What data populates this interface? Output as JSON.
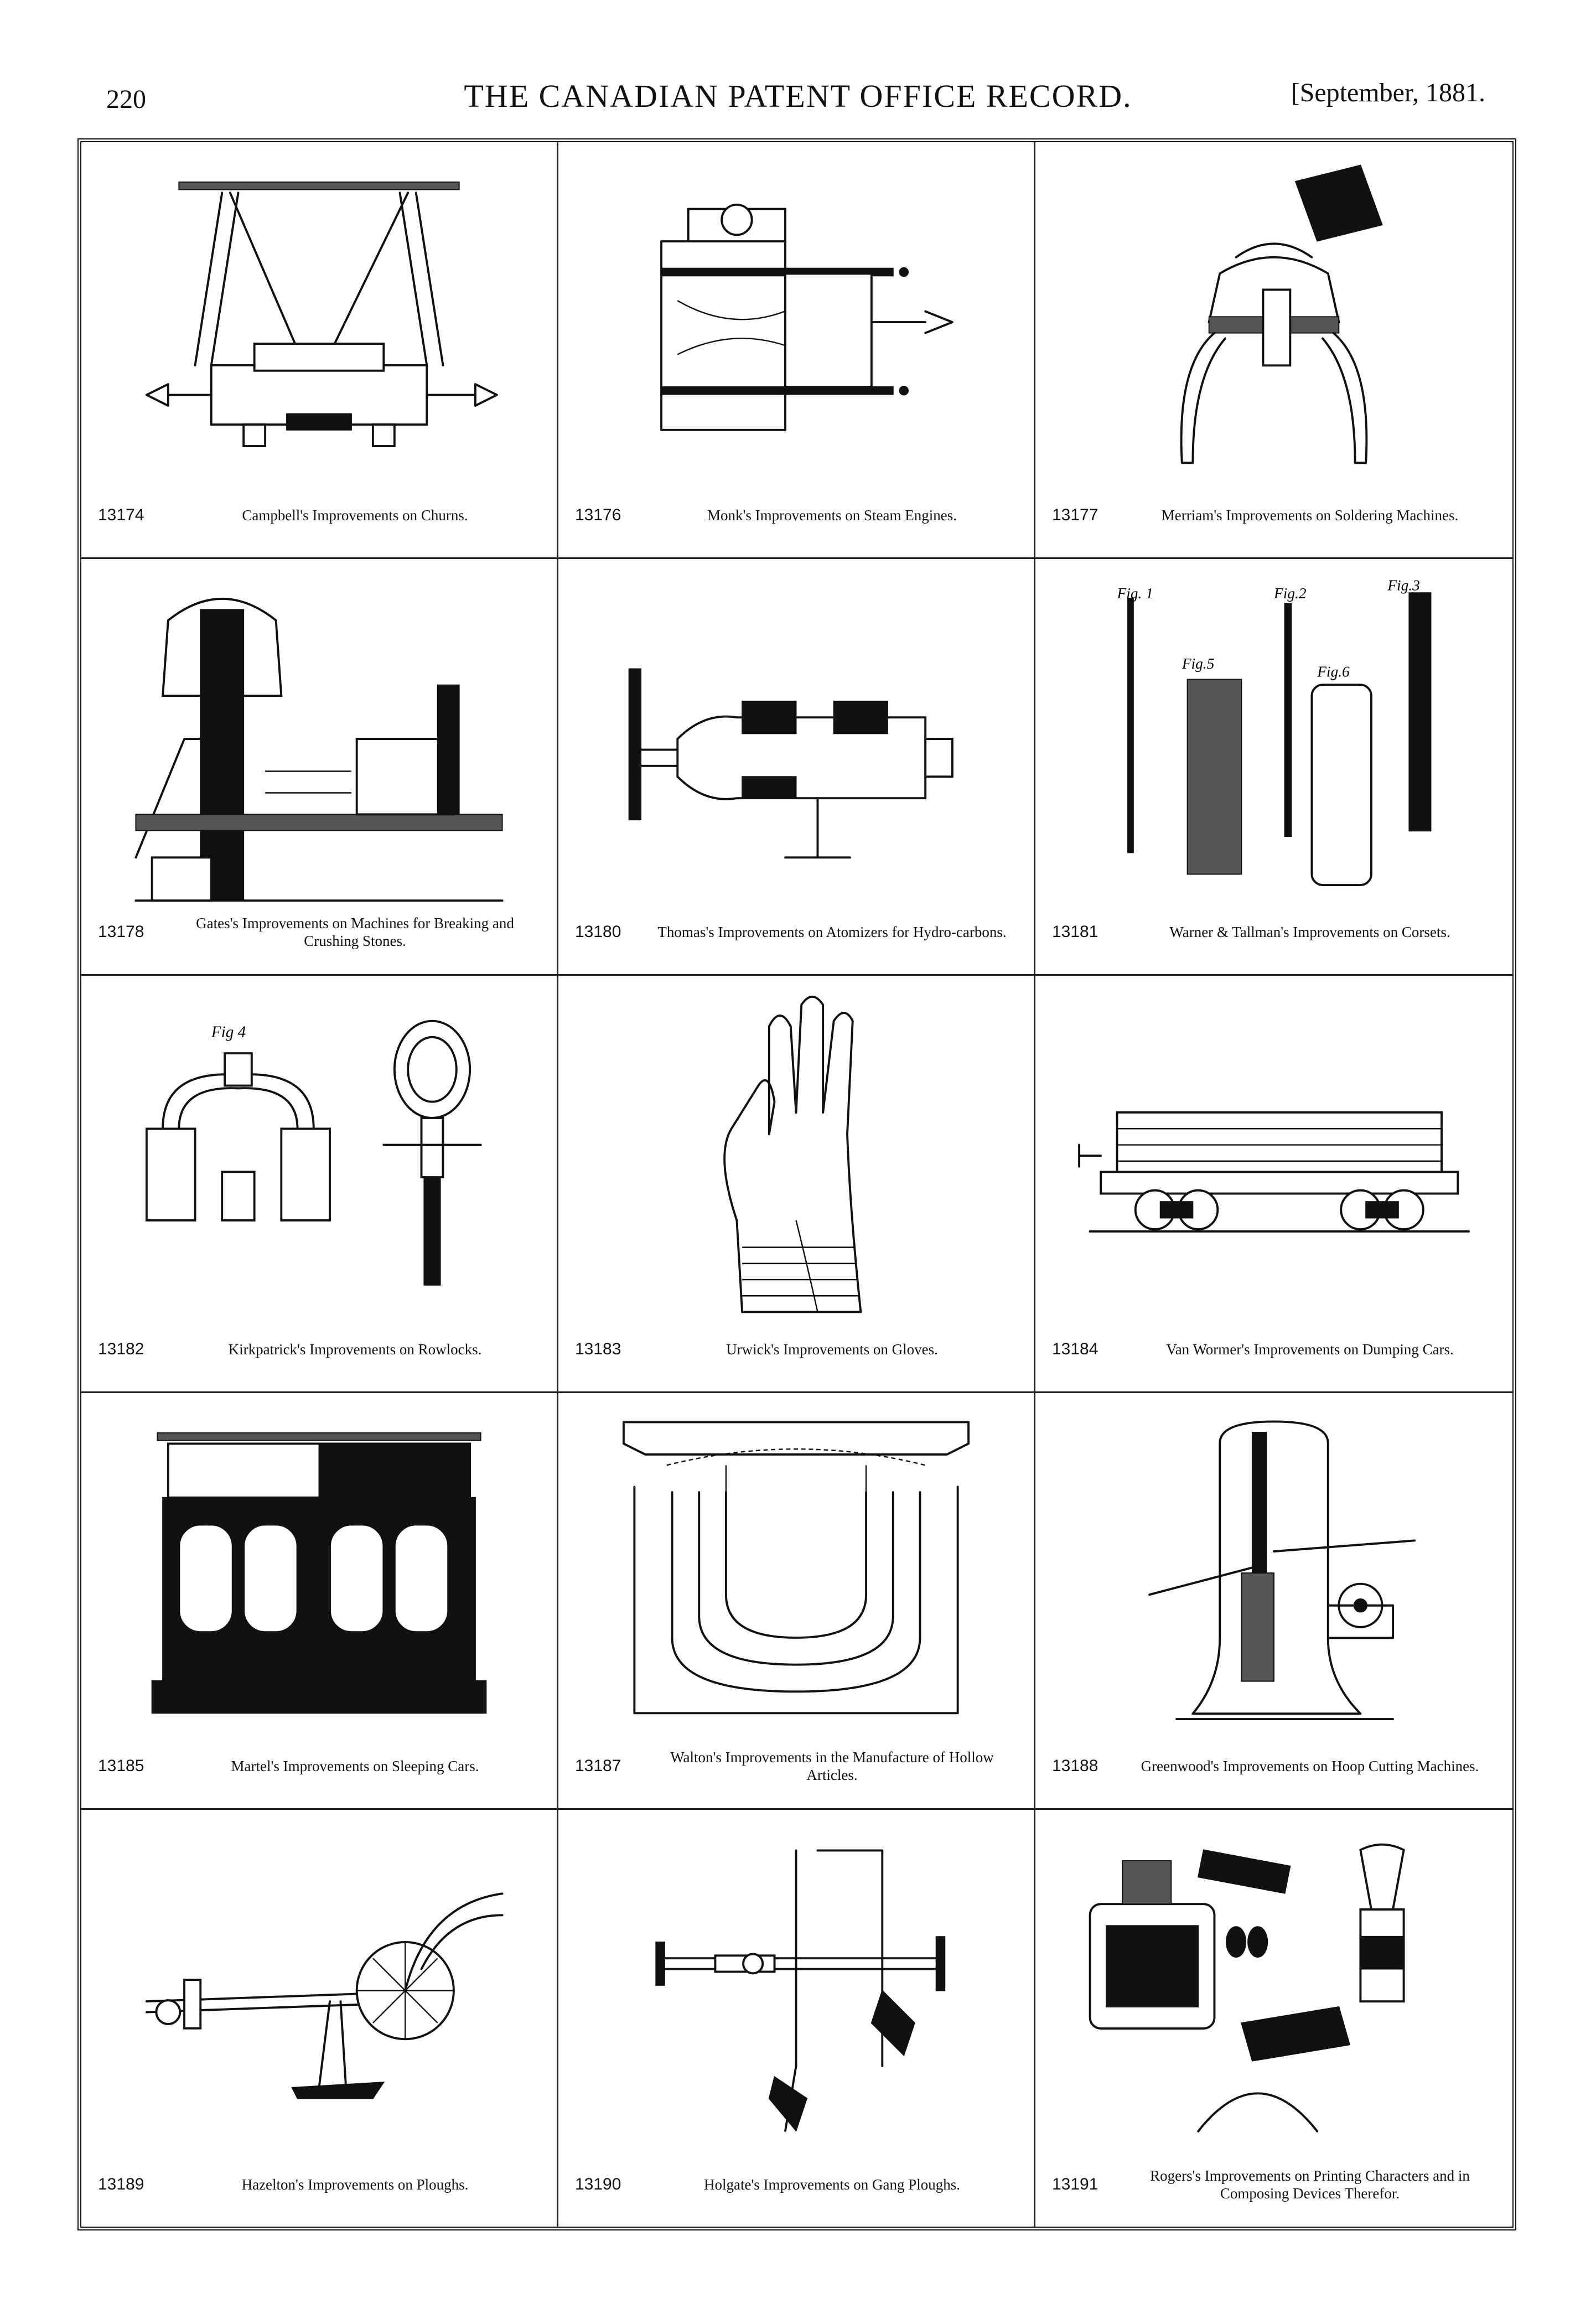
{
  "header": {
    "page_number": "220",
    "title": "THE CANADIAN PATENT OFFICE RECORD.",
    "date": "[September, 1881."
  },
  "entries": [
    {
      "number": "13174",
      "title": "Campbell's Improvements on Churns."
    },
    {
      "number": "13176",
      "title": "Monk's Improvements on Steam Engines."
    },
    {
      "number": "13177",
      "title": "Merriam's Improvements on Soldering Machines."
    },
    {
      "number": "13178",
      "title": "Gates's Improvements on Machines for Breaking and Crushing Stones."
    },
    {
      "number": "13180",
      "title": "Thomas's Improvements on Atomizers for Hydro-carbons."
    },
    {
      "number": "13181",
      "title": "Warner & Tallman's Improvements on Corsets."
    },
    {
      "number": "13182",
      "title": "Kirkpatrick's Improvements on Rowlocks."
    },
    {
      "number": "13183",
      "title": "Urwick's Improvements on Gloves."
    },
    {
      "number": "13184",
      "title": "Van Wormer's Improvements on Dumping Cars."
    },
    {
      "number": "13185",
      "title": "Martel's Improvements on Sleeping Cars."
    },
    {
      "number": "13187",
      "title": "Walton's Improvements in the Manufacture of Hollow Articles."
    },
    {
      "number": "13188",
      "title": "Greenwood's Improvements on Hoop Cutting Machines."
    },
    {
      "number": "13189",
      "title": "Hazelton's Improvements on Ploughs."
    },
    {
      "number": "13190",
      "title": "Holgate's Improvements on Gang Ploughs."
    },
    {
      "number": "13191",
      "title": "Rogers's Improvements on Printing Characters and in Composing Devices Therefor."
    }
  ],
  "figure_labels": {
    "fig_4": "Fig 4",
    "fig_1": "Fig. 1",
    "fig_2": "Fig.2",
    "fig_3": "Fig.3",
    "fig_5": "Fig.5",
    "fig_6": "Fig.6"
  }
}
